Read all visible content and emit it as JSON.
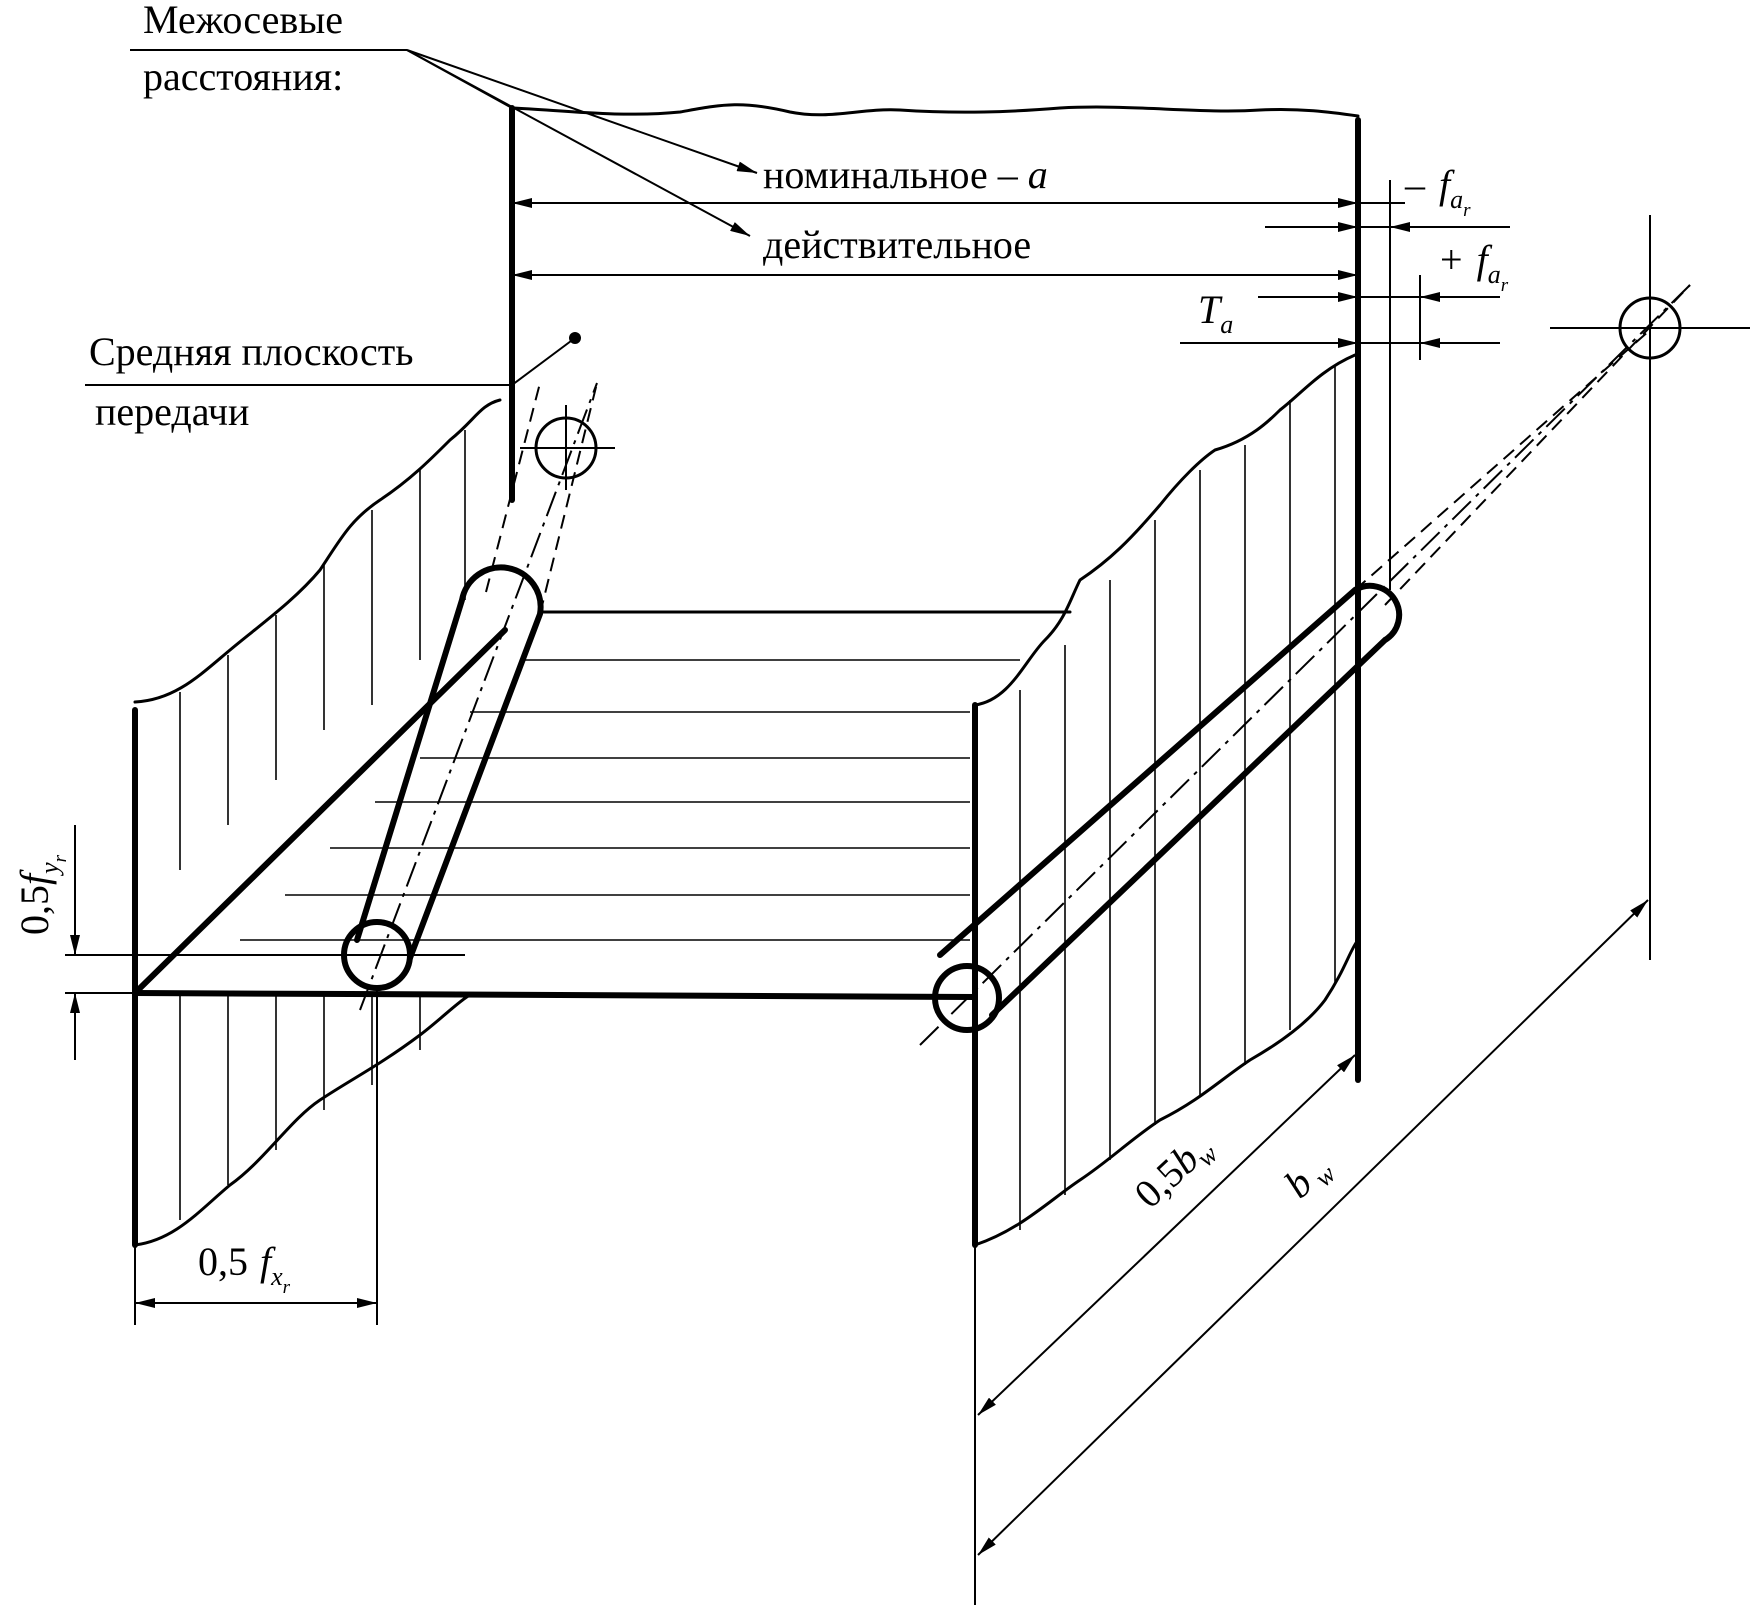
{
  "labels": {
    "center_distances_line1": "Межосевые",
    "center_distances_line2": "расстояния:",
    "nominal": "номинальное –",
    "nominal_symbol": "a",
    "actual": "действительное",
    "mid_plane_line1": "Средняя плоскость",
    "mid_plane_line2": "передачи",
    "minus_far_sign": "–",
    "plus_far_sign": "+",
    "f_symbol": "f",
    "a_sub": "a",
    "r_subsub": "r",
    "ta_T": "T",
    "ta_a": "a",
    "fy_prefix": "0,5",
    "fy_f": "f",
    "fy_sub": "y",
    "fx_prefix": "0,5",
    "fx_f": "f",
    "fx_sub": "x",
    "half_bw_prefix": "0,5",
    "bw_b": "b",
    "bw_sub": "w"
  }
}
